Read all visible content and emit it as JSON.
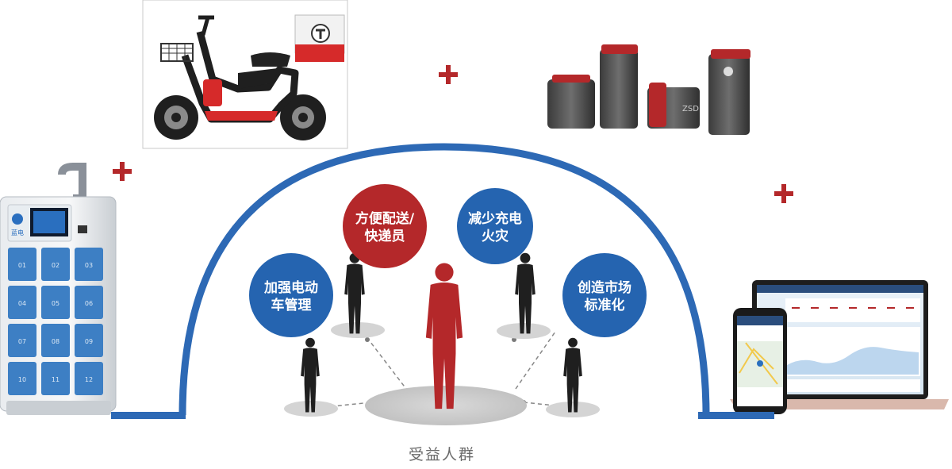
{
  "benefits": [
    {
      "id": "management",
      "lines": [
        "加强电动",
        "车管理"
      ],
      "color": "#2564b0"
    },
    {
      "id": "delivery",
      "lines": [
        "方便配送/",
        "快递员"
      ],
      "color": "#b4282a"
    },
    {
      "id": "fire",
      "lines": [
        "减少充电",
        "火灾"
      ],
      "color": "#2564b0"
    },
    {
      "id": "market",
      "lines": [
        "创造市场",
        "标准化"
      ],
      "color": "#2564b0"
    }
  ],
  "cabinet": {
    "brand": "蓝电",
    "slots": [
      "01",
      "02",
      "03",
      "04",
      "05",
      "06",
      "07",
      "08",
      "09",
      "10",
      "11",
      "12"
    ]
  },
  "battery_label": "ZSD",
  "footer_label": "受益人群",
  "colors": {
    "accent_red": "#b4282a",
    "arc_blue": "#2d69b5",
    "plus_red": "#b4282a"
  },
  "icons": [
    "plus-icon",
    "person-icon",
    "scooter-icon",
    "battery-icon",
    "laptop-icon",
    "phone-icon",
    "cabinet-icon"
  ]
}
